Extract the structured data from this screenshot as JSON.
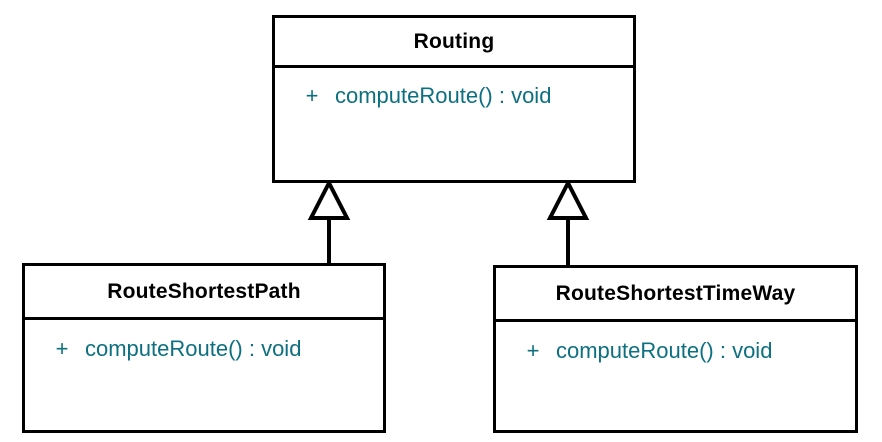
{
  "diagram": {
    "type": "uml-class-diagram",
    "background_color": "#ffffff",
    "line_color": "#000000",
    "title_color": "#000000",
    "member_color": "#0d7080"
  },
  "classes": [
    {
      "id": "routing",
      "name": "Routing",
      "members": [
        {
          "visibility": "+",
          "signature": "computeRoute() : void"
        }
      ]
    },
    {
      "id": "route-shortest-path",
      "name": "RouteShortestPath",
      "members": [
        {
          "visibility": "+",
          "signature": "computeRoute() : void"
        }
      ]
    },
    {
      "id": "route-shortest-time-way",
      "name": "RouteShortestTimeWay",
      "members": [
        {
          "visibility": "+",
          "signature": "computeRoute() : void"
        }
      ]
    }
  ],
  "relationships": [
    {
      "kind": "generalization",
      "from": "route-shortest-path",
      "to": "routing"
    },
    {
      "kind": "generalization",
      "from": "route-shortest-time-way",
      "to": "routing"
    }
  ]
}
